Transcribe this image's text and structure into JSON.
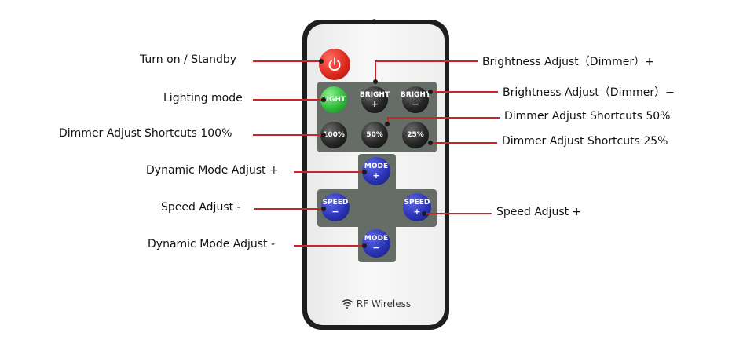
{
  "remote": {
    "buttons": {
      "light": "LIGHT",
      "bright_plus": [
        "BRIGHT",
        "+"
      ],
      "bright_minus": [
        "BRIGHT",
        "−"
      ],
      "p100": "100%",
      "p50": "50%",
      "p25": "25%",
      "mode_plus": [
        "MODE",
        "+"
      ],
      "speed_minus": [
        "SPEED",
        "−"
      ],
      "speed_plus": [
        "SPEED",
        "+"
      ],
      "mode_minus": [
        "MODE",
        "−"
      ]
    },
    "brand": "RF Wireless",
    "colors": {
      "power": "#e02a1e",
      "light": "#2fbd3a",
      "black_button": "#1c1c1c",
      "blue_button": "#2a34b4",
      "panel": "#666d66",
      "callout_line": "#c8242a"
    }
  },
  "callouts": {
    "power": "Turn on / Standby",
    "lighting_mode": "Lighting mode",
    "dimmer_100": "Dimmer Adjust Shortcuts 100%",
    "mode_plus": "Dynamic Mode Adjust +",
    "speed_minus": "Speed Adjust -",
    "mode_minus": "Dynamic Mode Adjust -",
    "bright_plus": "Brightness Adjust（Dimmer）+",
    "bright_minus": "Brightness Adjust（Dimmer）−",
    "dimmer_50": "Dimmer Adjust Shortcuts 50%",
    "dimmer_25": "Dimmer Adjust Shortcuts 25%",
    "speed_plus": "Speed Adjust +"
  }
}
